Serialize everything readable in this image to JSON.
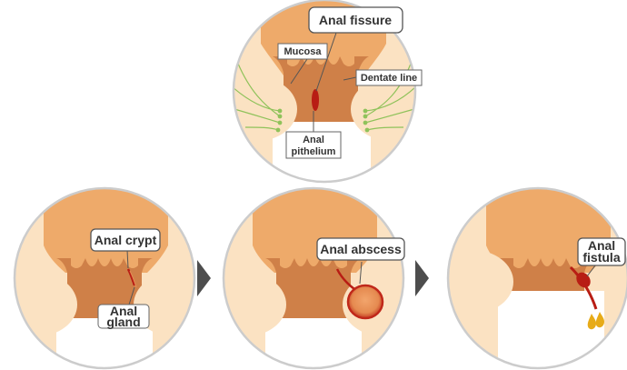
{
  "panels": {
    "top": {
      "fissure_label": "Anal fissure",
      "mucosa_label": "Mucosa",
      "dentate_label": "Dentate line",
      "anoderm_line1": "Anal",
      "anoderm_line2": "pithelium"
    },
    "left": {
      "crypt_label": "Anal crypt",
      "gland_line1": "Anal",
      "gland_line2": "gland"
    },
    "middle": {
      "abscess_label": "Anal abscess"
    },
    "right": {
      "fistula_line1": "Anal",
      "fistula_line2": "fistula"
    }
  },
  "colors": {
    "skin": "#fbe2c2",
    "upper_tissue": "#eeaa6a",
    "canal": "#cf8048",
    "lesion": "#b81d14",
    "abscess": "#e88d55",
    "pus_drop": "#e7ab18",
    "nerve": "#8fc25a",
    "arrow": "#4d4d4d",
    "ring": "#cccccc"
  },
  "icons": {
    "arrows": [
      "next-arrow-icon",
      "next-arrow-icon"
    ]
  }
}
